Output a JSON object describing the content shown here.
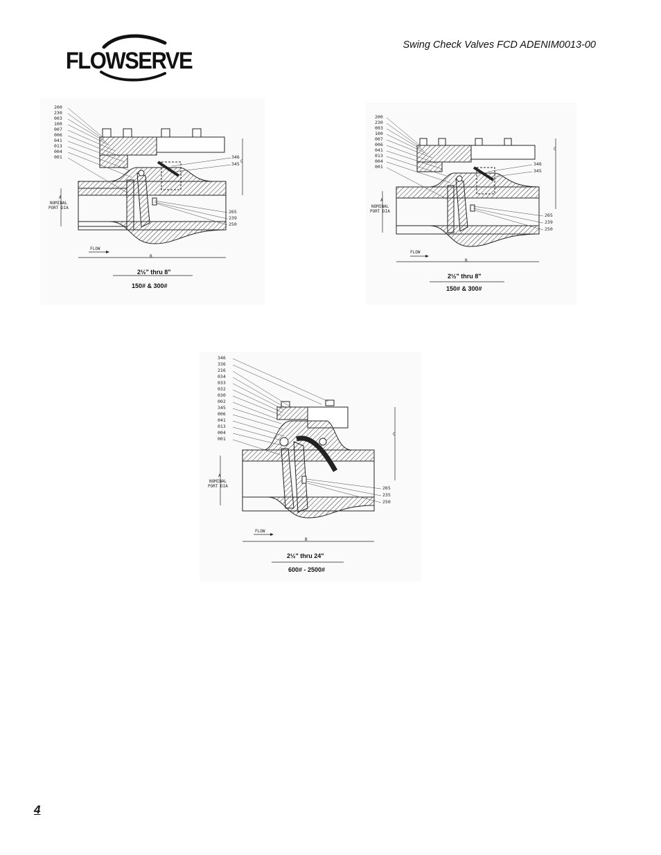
{
  "header": {
    "brand": "FLOWSERVE",
    "doc_title": "Swing Check Valves FCD ADENIM0013-00"
  },
  "figures": [
    {
      "size_range": "2½\" thru 8\"",
      "rating": "150# & 300#",
      "callouts_left": [
        "200",
        "230",
        "003",
        "100",
        "007",
        "006",
        "041",
        "013",
        "004",
        "001"
      ],
      "callouts_right_top": [
        "346",
        "345"
      ],
      "callouts_right_bottom": [
        "265",
        "239",
        "250"
      ],
      "dims": {
        "a": "A",
        "nominal": "NOMINAL",
        "port_dia": "PORT DIA",
        "b": "B",
        "c": "C",
        "flow": "FLOW"
      }
    },
    {
      "size_range": "2½\" thru 8\"",
      "rating": "150# & 300#",
      "callouts_left": [
        "200",
        "230",
        "003",
        "100",
        "007",
        "006",
        "041",
        "013",
        "004",
        "001"
      ],
      "callouts_right_top": [
        "346",
        "345"
      ],
      "callouts_right_bottom": [
        "265",
        "239",
        "250"
      ],
      "dims": {
        "a": "A",
        "nominal": "NOMINAL",
        "port_dia": "PORT DIA",
        "b": "B",
        "c": "C",
        "flow": "FLOW"
      }
    },
    {
      "size_range": "2½\" thru 24\"",
      "rating": "600# - 2500#",
      "callouts_left": [
        "346",
        "336",
        "216",
        "034",
        "033",
        "032",
        "030",
        "002",
        "345",
        "006",
        "041",
        "013",
        "004",
        "001"
      ],
      "callouts_right_bottom": [
        "265",
        "235",
        "250"
      ],
      "dims": {
        "a": "A",
        "nominal": "NOMINAL",
        "port_dia": "PORT DIA",
        "b": "B",
        "c": "C",
        "flow": "FLOW"
      }
    }
  ],
  "footer": {
    "page_number": "4"
  }
}
